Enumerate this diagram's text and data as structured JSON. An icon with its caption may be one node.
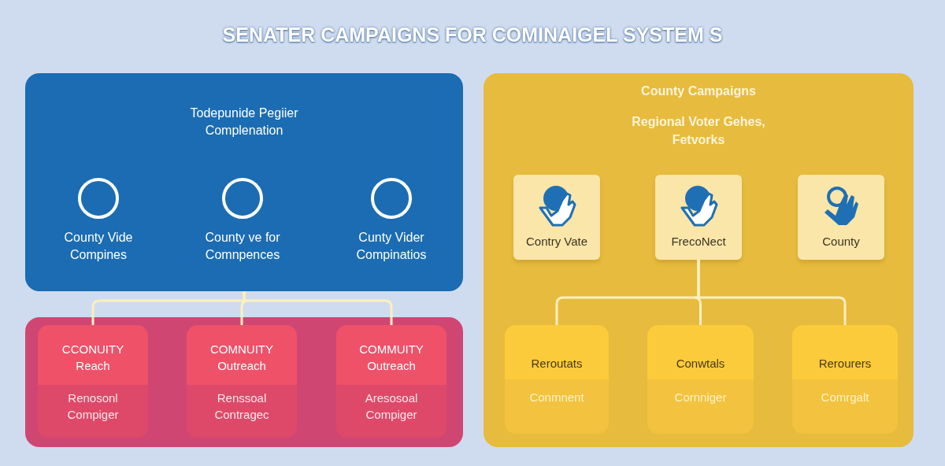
{
  "diagram": {
    "title": "SENATER CAMPAIGNS FOR COMINAIGEL SYSTEM S",
    "nodes": [
      {
        "text": [
          "Todepunide Pegiier Complenation"
        ]
      },
      {
        "text": [
          "County Vide Compines"
        ],
        "in": 0
      },
      {
        "text": [
          "County ve for Comnpences"
        ],
        "in": 0
      },
      {
        "text": [
          "Cunty Vider Compinatios"
        ],
        "in": 0
      },
      {
        "text": [],
        "shape": "box"
      },
      {
        "text": [
          "CCONUITY Reach",
          "Renosonl Compiger"
        ],
        "in": 4
      },
      {
        "text": [
          "COMNUITY Outreach",
          "Renssoal Contragec"
        ],
        "in": 4
      },
      {
        "text": [
          "COMMUITY Outreach",
          "Aresosoal Compiger"
        ],
        "in": 4
      },
      {
        "text": [
          "County Campaigns",
          "Regional Voter Gehes, Fetvorks"
        ]
      },
      {
        "text": [
          "Contry Vate"
        ],
        "in": 8
      },
      {
        "text": [
          "FrecoNect"
        ],
        "in": 8
      },
      {
        "text": [
          "County"
        ],
        "in": 8
      },
      {
        "text": [
          "Reroutats",
          "Conmnent"
        ],
        "in": 8
      },
      {
        "text": [
          "Conwtals",
          "Cornniger"
        ],
        "in": 8
      },
      {
        "text": [
          "Rerourers",
          "Comrgalt"
        ],
        "in": 8
      }
    ],
    "edges": [
      {
        "from": 0,
        "to": 5,
        "arrow": "none"
      },
      {
        "from": 0,
        "to": 6,
        "arrow": "none"
      },
      {
        "from": 0,
        "to": 7,
        "arrow": "none"
      },
      {
        "from": 10,
        "to": 12,
        "arrow": "none"
      },
      {
        "from": 10,
        "to": 13,
        "arrow": "none"
      },
      {
        "from": 10,
        "to": 14,
        "arrow": "none"
      }
    ]
  }
}
